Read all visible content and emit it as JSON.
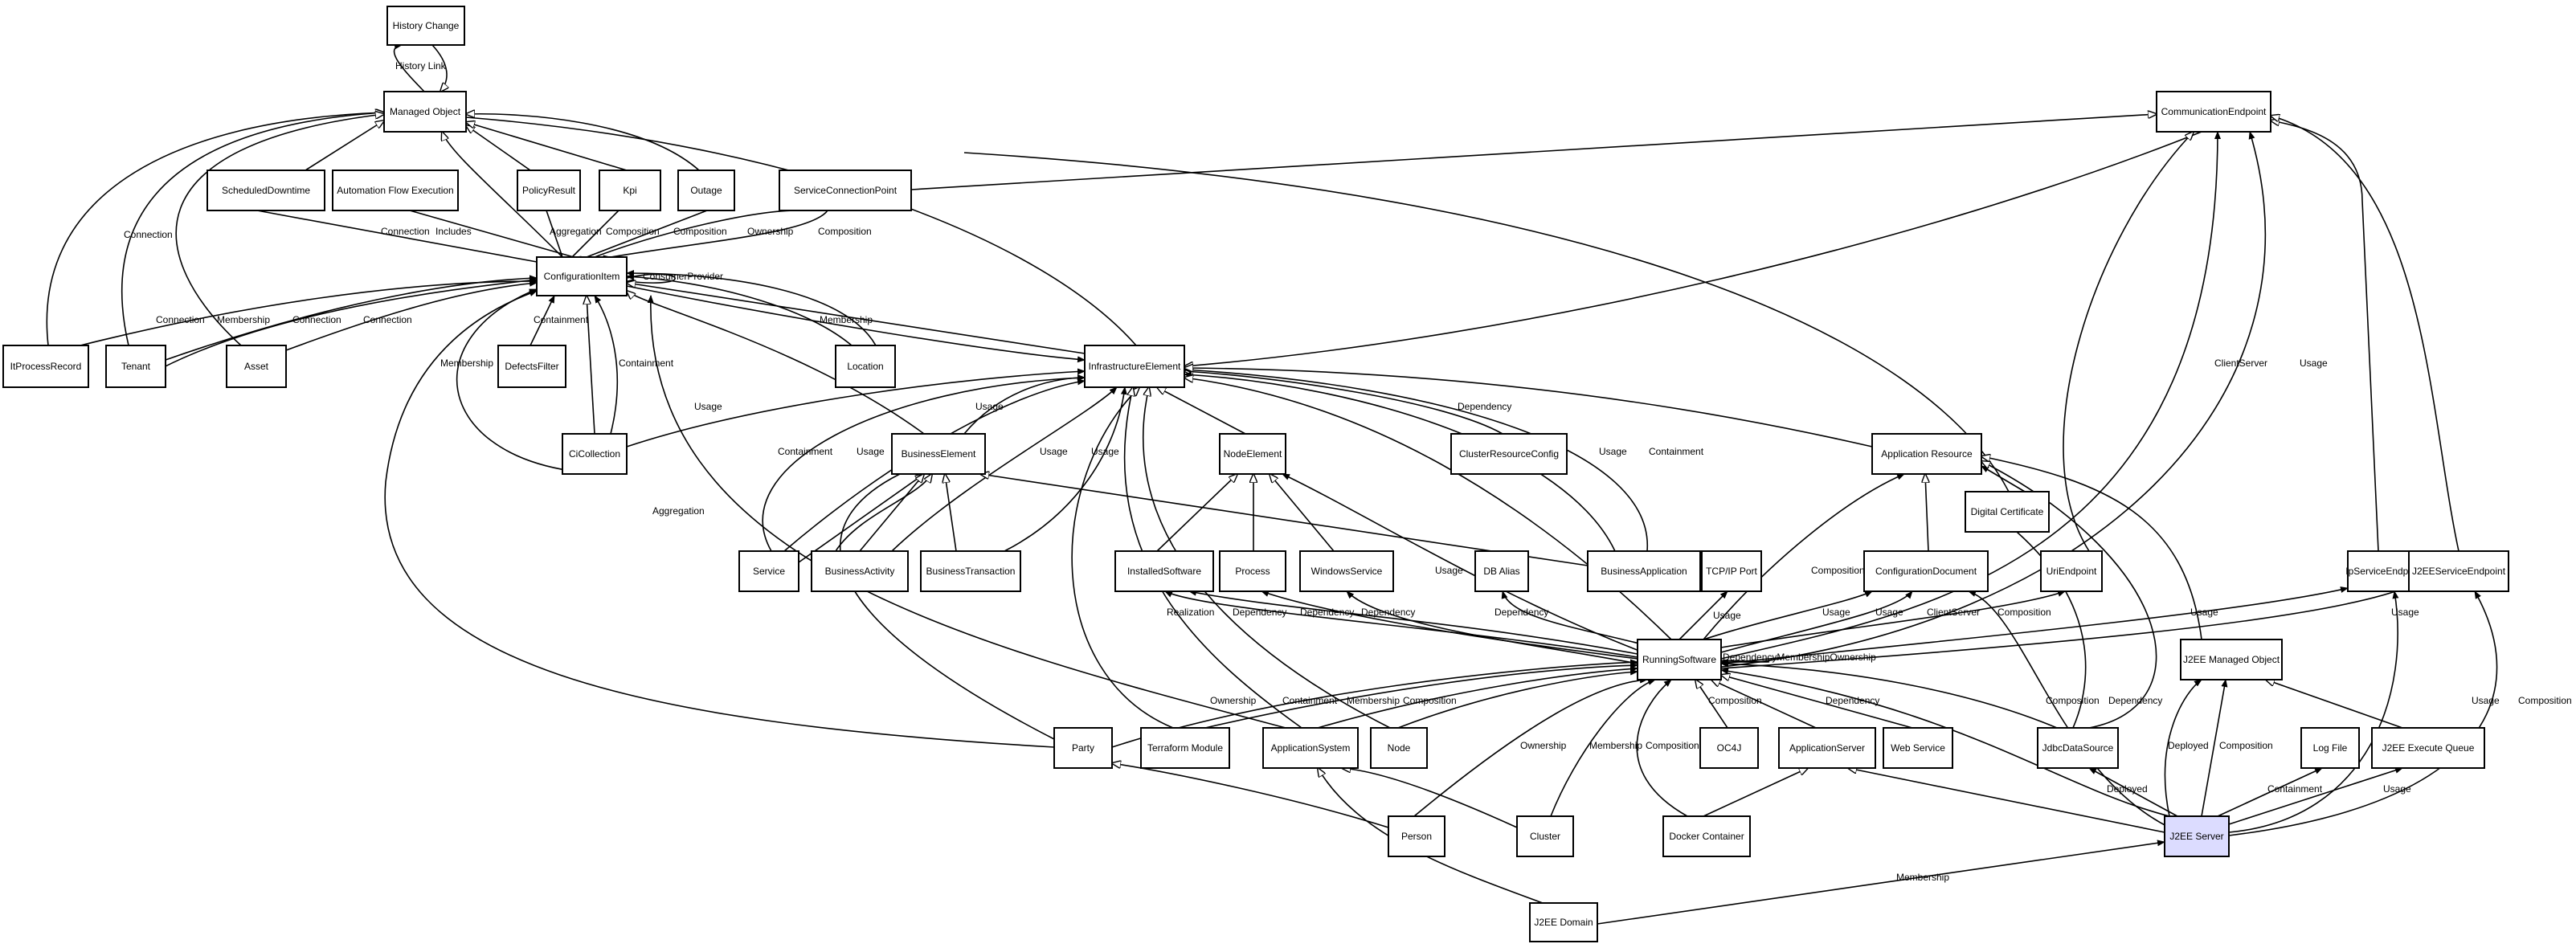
{
  "colors": {
    "background": "#ffffff",
    "node_fill": "#ffffff",
    "highlight_fill": "#dcdcff",
    "line": "#000000"
  },
  "nodes": {
    "history_change": "History Change",
    "managed_object": "Managed Object",
    "scheduled_downtime": "ScheduledDowntime",
    "automation_flow_execution": "Automation Flow Execution",
    "policy_result": "PolicyResult",
    "kpi": "Kpi",
    "outage": "Outage",
    "service_connection_point": "ServiceConnectionPoint",
    "communication_endpoint": "CommunicationEndpoint",
    "configuration_item": "ConfigurationItem",
    "it_process_record": "ItProcessRecord",
    "tenant": "Tenant",
    "asset": "Asset",
    "defects_filter": "DefectsFilter",
    "location": "Location",
    "infrastructure_element": "InfrastructureElement",
    "ci_collection": "CiCollection",
    "business_element": "BusinessElement",
    "node_element": "NodeElement",
    "cluster_resource_config": "ClusterResourceConfig",
    "application_resource": "Application Resource",
    "digital_certificate": "Digital Certificate",
    "service": "Service",
    "business_activity": "BusinessActivity",
    "business_transaction": "BusinessTransaction",
    "installed_software": "InstalledSoftware",
    "process": "Process",
    "windows_service": "WindowsService",
    "db_alias": "DB Alias",
    "business_application": "BusinessApplication",
    "tcp_ip_port": "TCP/IP Port",
    "configuration_document": "ConfigurationDocument",
    "uri_endpoint": "UriEndpoint",
    "ip_service_endpoint": "IpServiceEndpoint",
    "j2ee_service_endpoint": "J2EEServiceEndpoint",
    "running_software": "RunningSoftware",
    "j2ee_managed_object": "J2EE Managed Object",
    "party": "Party",
    "terraform_module": "Terraform Module",
    "application_system": "ApplicationSystem",
    "node": "Node",
    "oc4j": "OC4J",
    "application_server": "ApplicationServer",
    "web_service": "Web Service",
    "jdbc_data_source": "JdbcDataSource",
    "log_file": "Log File",
    "j2ee_execute_queue": "J2EE Execute Queue",
    "person": "Person",
    "cluster": "Cluster",
    "docker_container": "Docker Container",
    "j2ee_server": "J2EE Server",
    "j2ee_domain": "J2EE Domain"
  },
  "edge_labels": {
    "history_link": "History Link",
    "connection": "Connection",
    "includes": "Includes",
    "aggregation": "Aggregation",
    "composition": "Composition",
    "ownership": "Ownership",
    "membership": "Membership",
    "containment": "Containment",
    "consumer_provider": "ConsumerProvider",
    "usage": "Usage",
    "dependency": "Dependency",
    "client_server": "ClientServer",
    "realization": "Realization",
    "deployed": "Deployed",
    "dependency_membership_ownership": "DependencyMembershipOwnership"
  }
}
